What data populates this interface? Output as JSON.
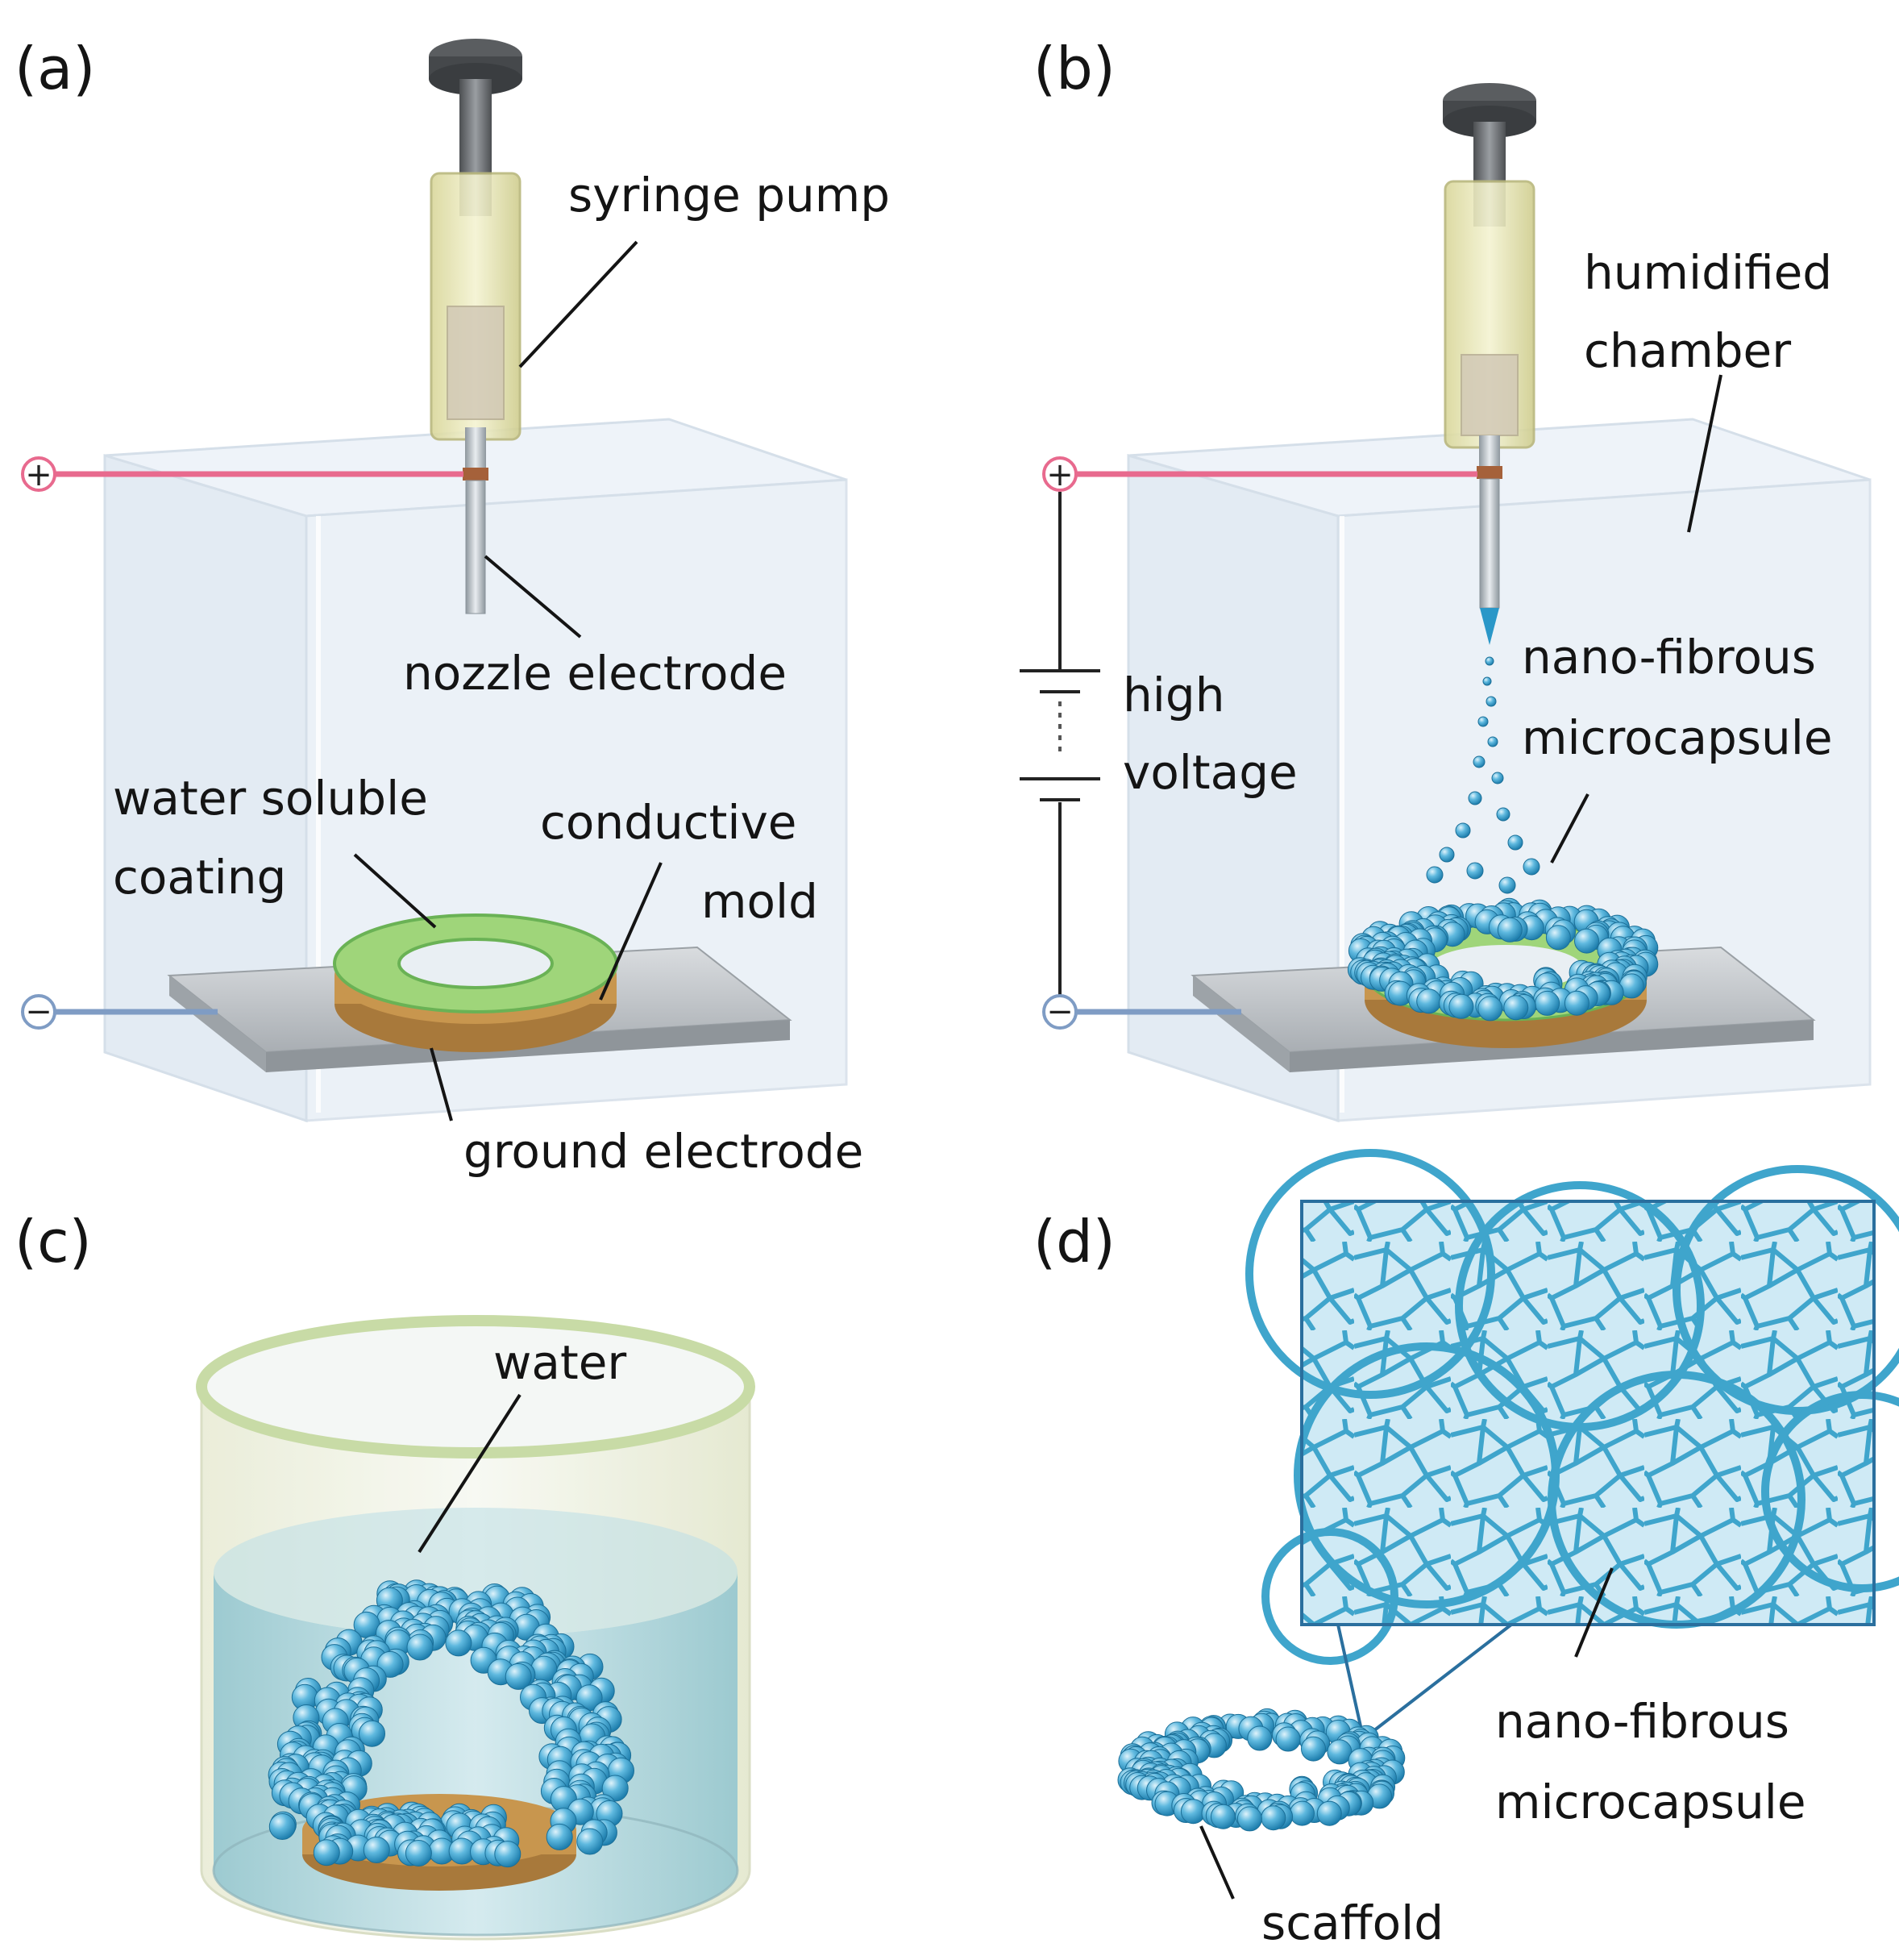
{
  "panels": {
    "a": {
      "label": "(a)",
      "syringe_pump": "syringe pump",
      "nozzle_electrode": "nozzle electrode",
      "water_soluble_coating_1": "water soluble",
      "water_soluble_coating_2": "coating",
      "conductive_mold_1": "conductive",
      "conductive_mold_2": "mold",
      "ground_electrode": "ground electrode"
    },
    "b": {
      "label": "(b)",
      "humidified_chamber_1": "humidified",
      "humidified_chamber_2": "chamber",
      "high_voltage_1": "high",
      "high_voltage_2": "voltage",
      "microcapsule_1": "nano-fibrous",
      "microcapsule_2": "microcapsule"
    },
    "c": {
      "label": "(c)",
      "water": "water"
    },
    "d": {
      "label": "(d)",
      "microcapsule_1": "nano-fibrous",
      "microcapsule_2": "microcapsule",
      "scaffold": "scaffold"
    }
  },
  "terminals": {
    "positive": "+",
    "negative": "−"
  },
  "colors": {
    "chamber": "#e6eef6",
    "wire_positive": "#e86a8e",
    "wire_negative": "#7f9cc4",
    "plate": "#bfc4c8",
    "mold": "#c8964e",
    "coating": "#9fd57a",
    "bead": "#3aa3d0",
    "syringe": "#e9e8b4",
    "water": "#a9d3dd"
  }
}
